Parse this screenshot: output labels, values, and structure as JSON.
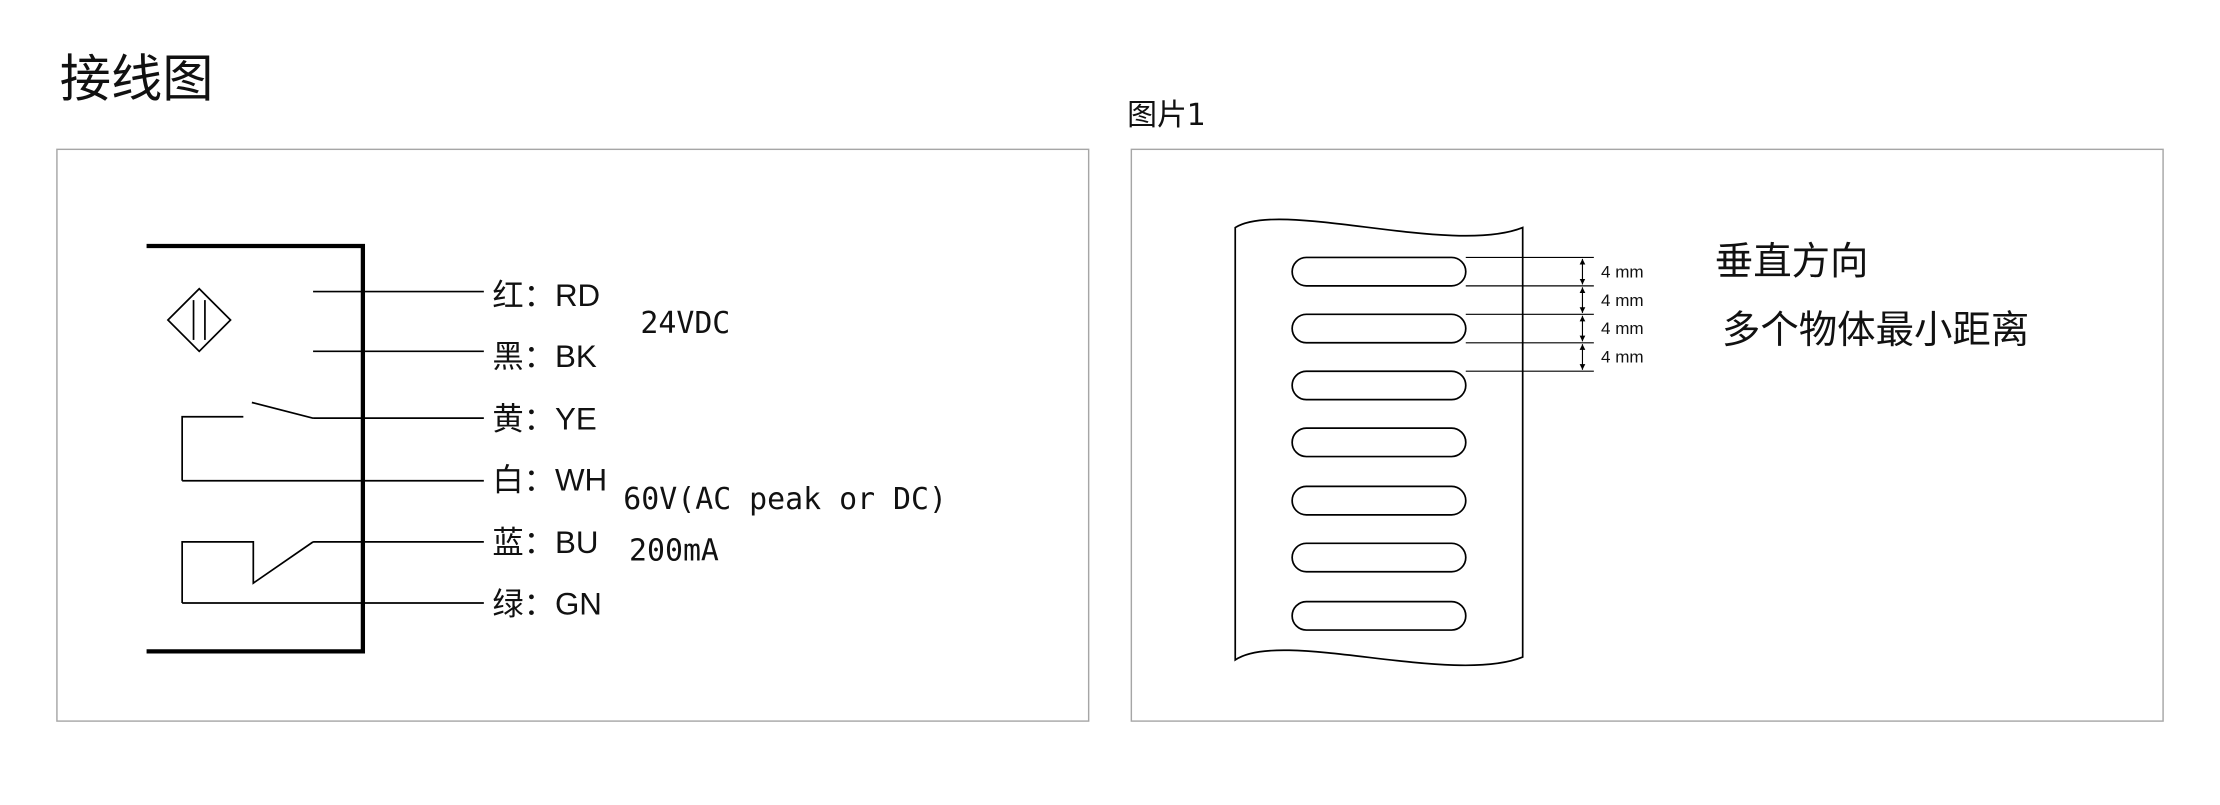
{
  "title": "接线图",
  "figure_label": "图片1",
  "wiring": {
    "wires": [
      {
        "label": "红：RD"
      },
      {
        "label": "黑：BK"
      },
      {
        "label": "黄：YE"
      },
      {
        "label": "白：WH"
      },
      {
        "label": "蓝：BU"
      },
      {
        "label": "绿：GN"
      }
    ],
    "supply_note": "24VDC",
    "output_rating": [
      "60V(AC peak or DC)",
      "200mA"
    ]
  },
  "spacing": {
    "dimension_labels": [
      "4 mm",
      "4 mm",
      "4 mm",
      "4 mm"
    ],
    "note_lines": [
      "垂直方向",
      "多个物体最小距离"
    ]
  }
}
